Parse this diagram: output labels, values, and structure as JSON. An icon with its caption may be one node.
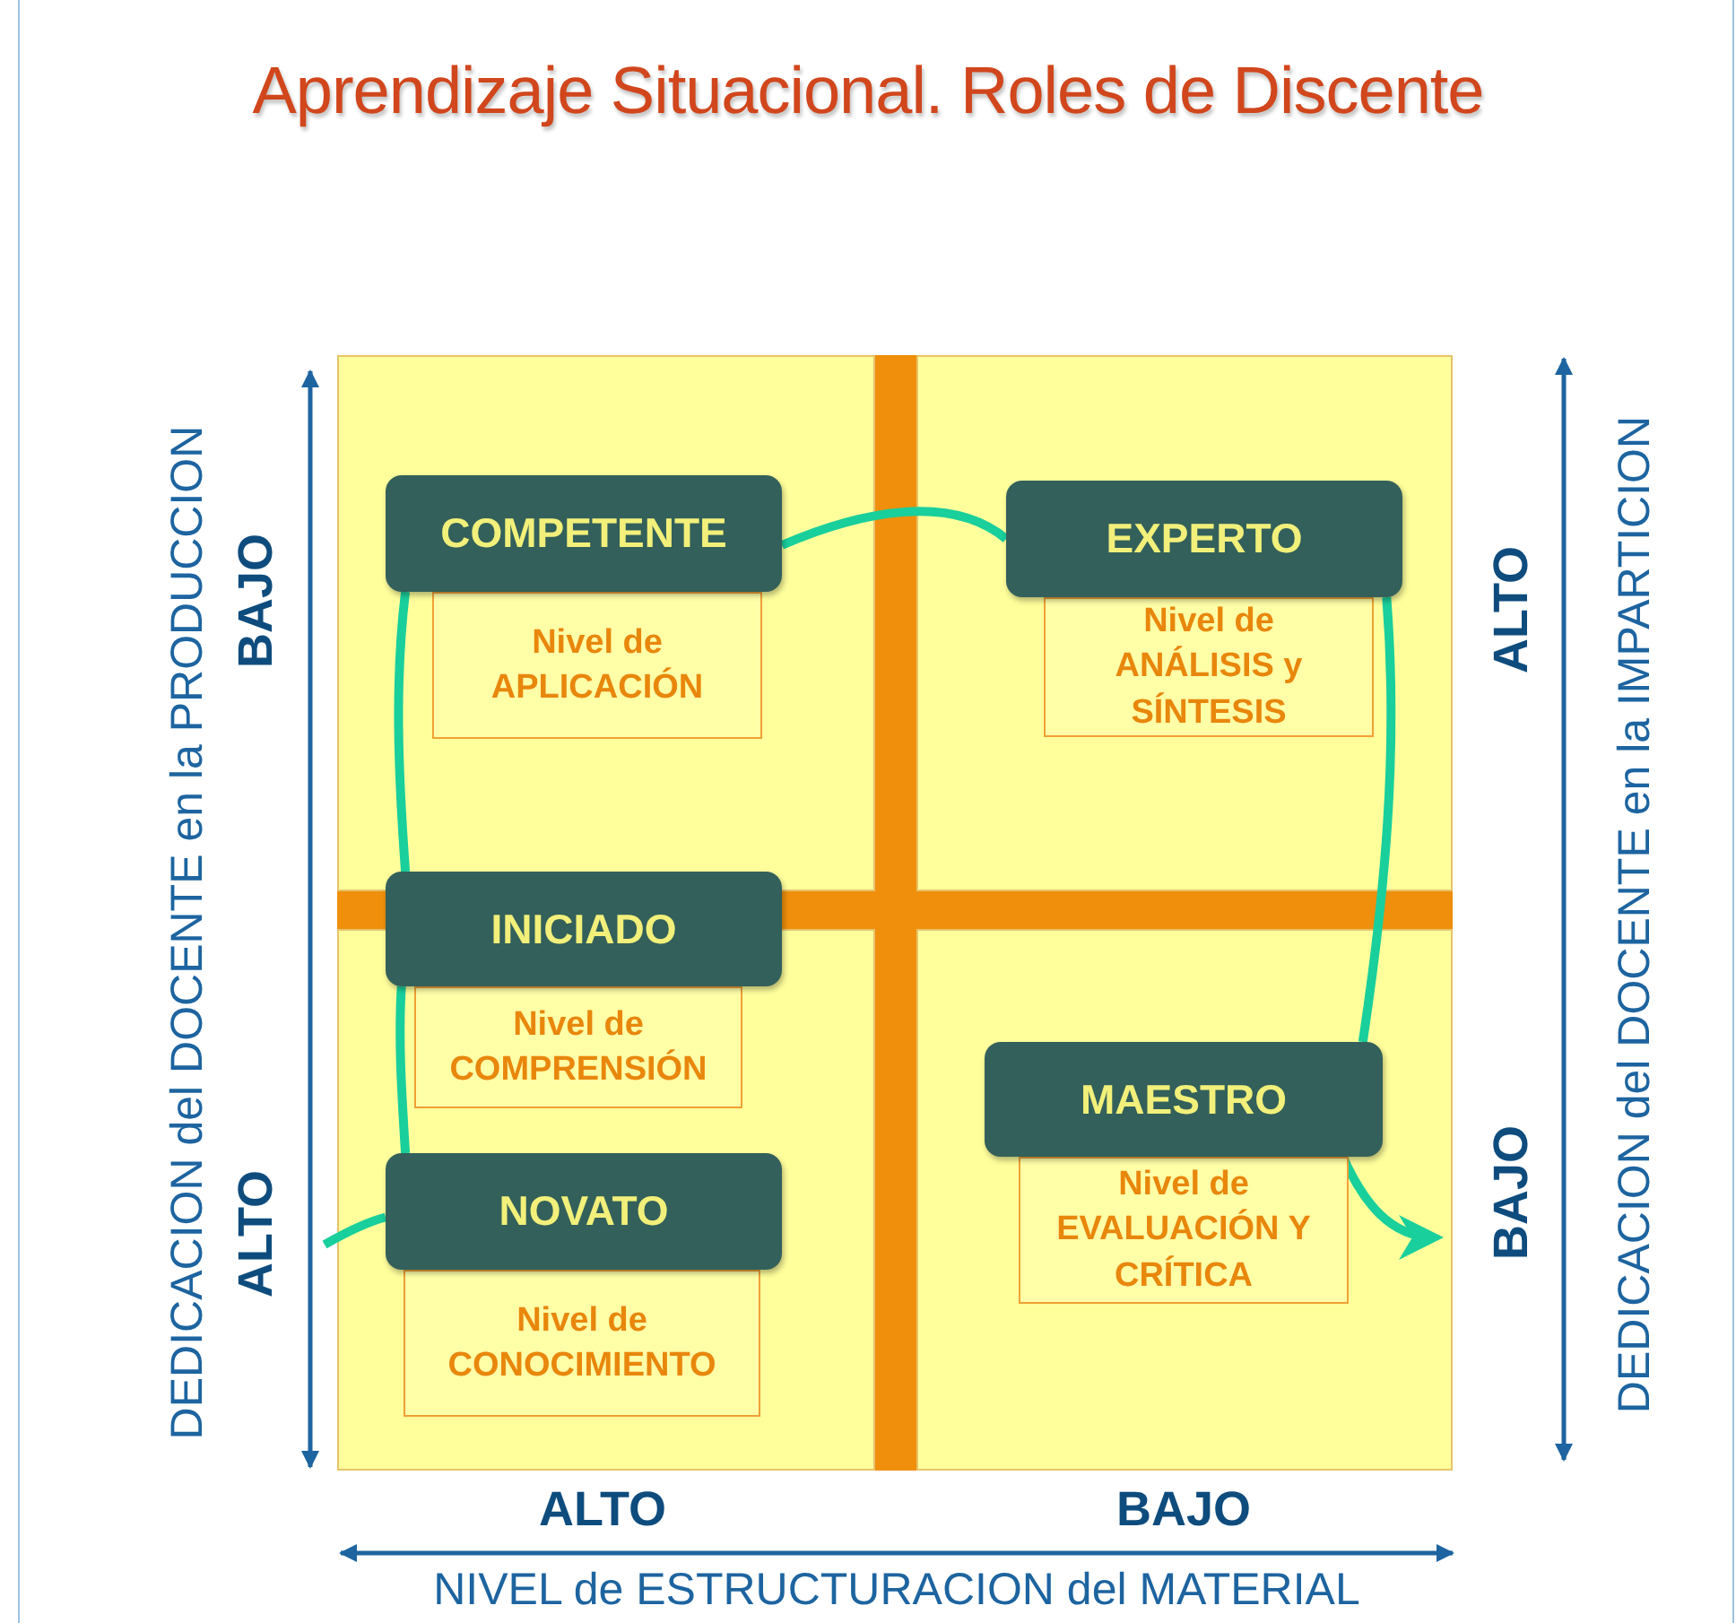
{
  "diagram": {
    "title": "Aprendizaje Situacional. Roles de Discente",
    "nodes": [
      {
        "text": [
          "COMPETENTE"
        ]
      },
      {
        "text": [
          "Nivel de APLICACIÓN"
        ]
      },
      {
        "text": [
          "EXPERTO"
        ]
      },
      {
        "text": [
          "Nivel de ANÁLISIS y SÍNTESIS"
        ]
      },
      {
        "text": [
          "INICIADO"
        ]
      },
      {
        "text": [
          "Nivel de COMPRENSIÓN"
        ]
      },
      {
        "text": [
          "MAESTRO"
        ]
      },
      {
        "text": [
          "Nivel de EVALUACIÓN Y CRÍTICA"
        ]
      },
      {
        "text": [
          "NOVATO"
        ]
      },
      {
        "text": [
          "Nivel de CONOCIMIENTO"
        ]
      }
    ],
    "edges": [
      {
        "from": null,
        "to": 8,
        "arrow": "none"
      },
      {
        "from": 8,
        "to": 4,
        "arrow": "none"
      },
      {
        "from": 4,
        "to": 0,
        "arrow": "none"
      },
      {
        "from": 0,
        "to": 2,
        "arrow": "none"
      },
      {
        "from": 2,
        "to": 6,
        "arrow": "none"
      },
      {
        "from": 6,
        "to": null,
        "arrow": "to"
      }
    ],
    "labels": [
      "DEDICACION del DOCENTE en la PRODUCCION",
      "BAJO",
      "ALTO",
      "ALTO",
      "BAJO",
      "DEDICACION del DOCENTE en la IMPARTICION",
      "ALTO",
      "BAJO",
      "NIVEL de ESTRUCTURACION del MATERIAL"
    ]
  }
}
